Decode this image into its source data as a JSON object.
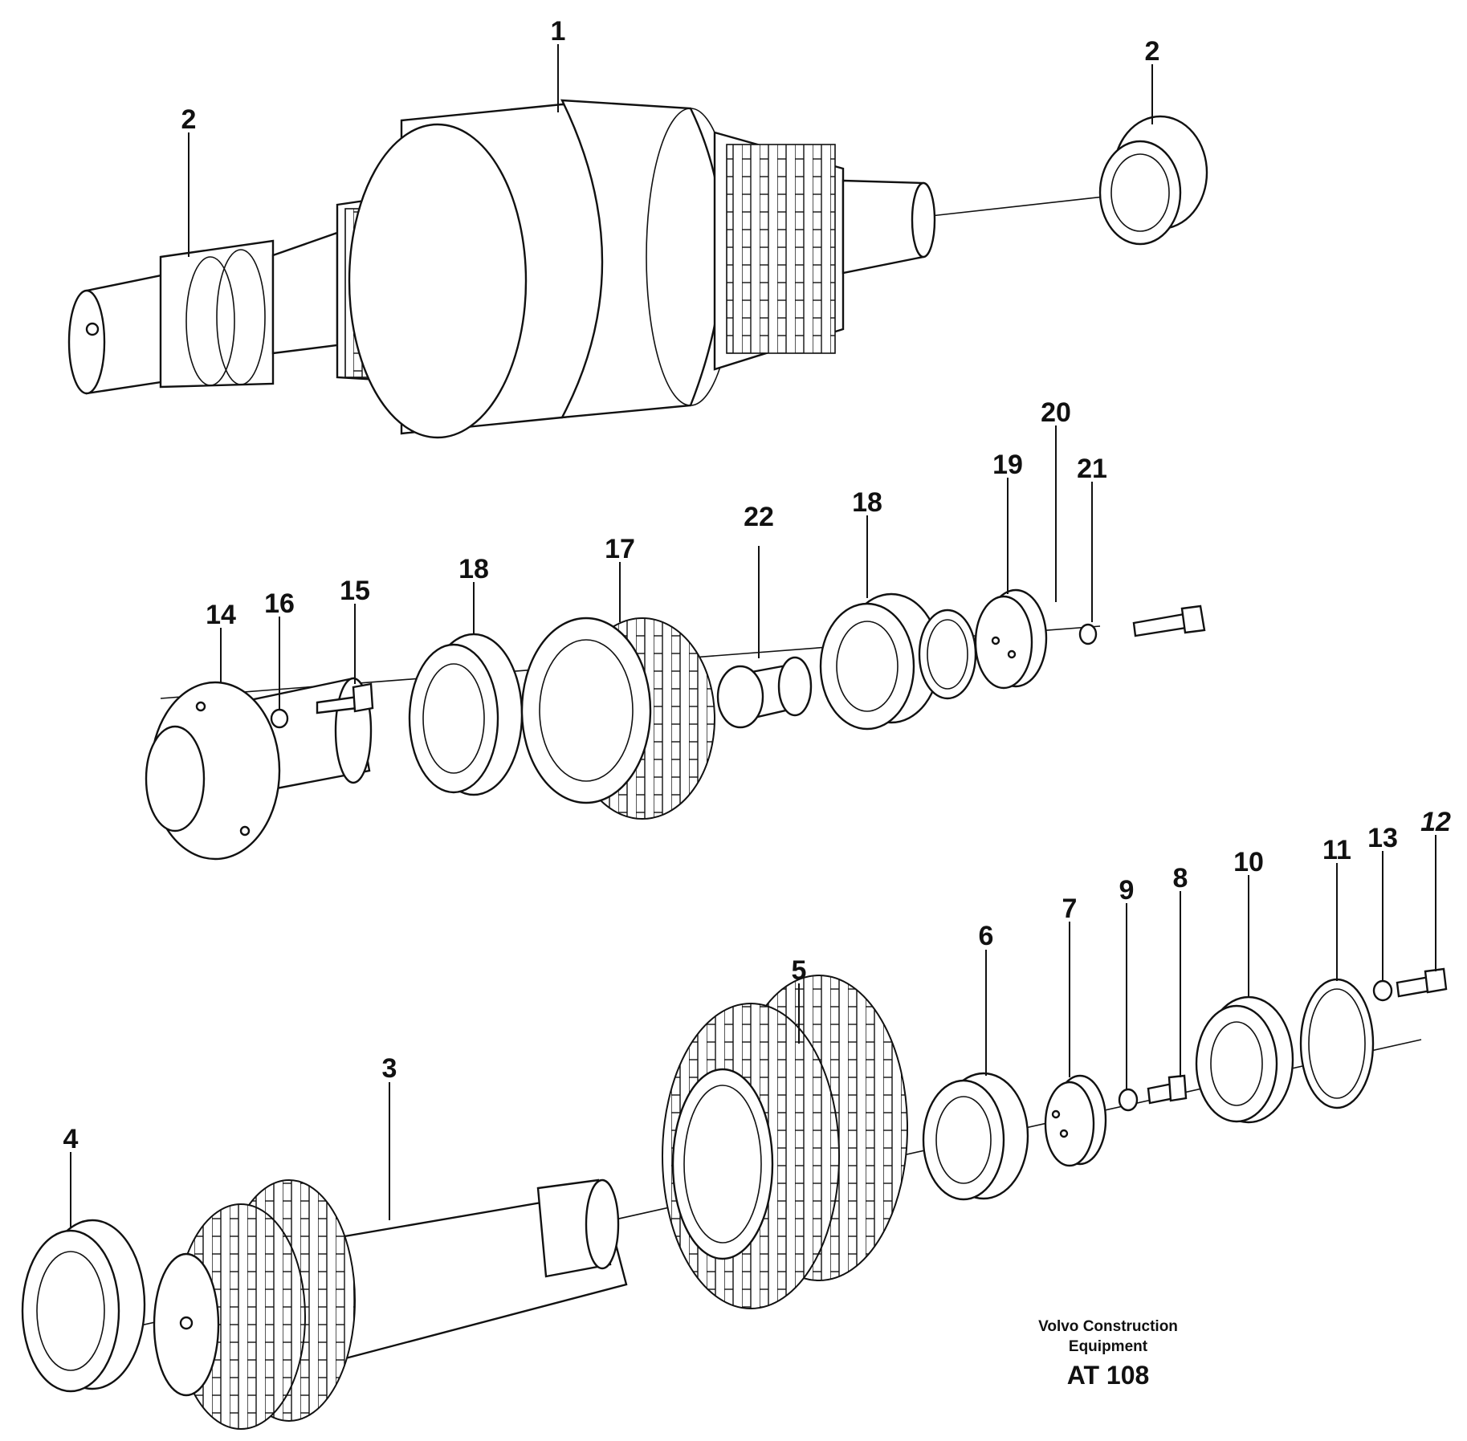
{
  "part_numbers": [
    "1",
    "2",
    "2",
    "3",
    "4",
    "5",
    "6",
    "7",
    "8",
    "9",
    "10",
    "11",
    "12",
    "13",
    "14",
    "15",
    "16",
    "17",
    "18",
    "18",
    "19",
    "20",
    "21",
    "22"
  ],
  "footer": {
    "brand_line1": "Volvo Construction",
    "brand_line2": "Equipment",
    "code": "AT 108"
  }
}
